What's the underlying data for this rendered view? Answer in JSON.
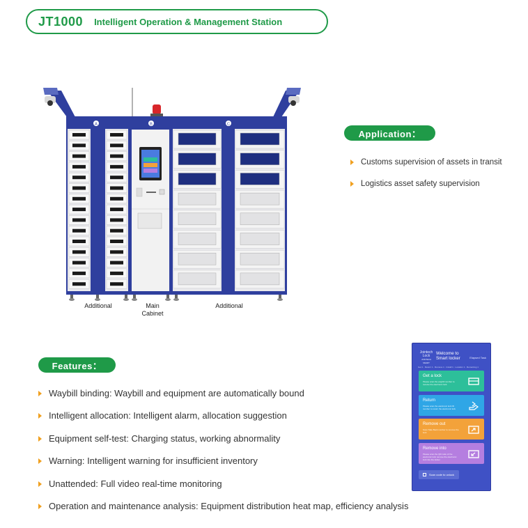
{
  "header": {
    "model": "JT1000",
    "name": "Intelligent Operation & Management Station"
  },
  "application": {
    "label": "Application：",
    "items": [
      "Customs supervision of assets in transit",
      "Logistics asset safety supervision"
    ]
  },
  "features": {
    "label": "Features：",
    "items": [
      "Waybill binding: Waybill and equipment are automatically bound",
      "Intelligent allocation: Intelligent alarm, allocation suggestion",
      "Equipment self-test: Charging status, working abnormality",
      "Warning: Intelligent warning for insufficient inventory",
      "Unattended: Full video real-time monitoring",
      "Operation and maintenance analysis: Equipment distribution heat map, efficiency analysis"
    ]
  },
  "cabinet": {
    "section_a": "A",
    "section_b": "B",
    "section_c": "C",
    "caption_left": "Additional",
    "caption_main_1": "Main",
    "caption_main_2": "Cabinet",
    "caption_right": "Additional"
  },
  "phone": {
    "logo_line1": "Jointech",
    "logo_line2": "Lock",
    "logo_line3": "JOINTECH SMART",
    "welcome_line1": "Welcome to",
    "welcome_line2": "Smart locker",
    "user": "Elapsed Task",
    "subline": "Get 1 · Return 1 · Remove 1 · Install 1 · Location 1 · Remaining 1",
    "cards": [
      {
        "title": "Get a lock",
        "desc": "Please scan the waybill number to receive the electronic lock",
        "color": "#2dbf9a"
      },
      {
        "title": "Return",
        "desc": "Please scan the electronic lock ID number to return the electronic lock",
        "color": "#2fa6e6"
      },
      {
        "title": "Remove out",
        "desc": "Scan Take Back number to remove the lock",
        "color": "#f3a23a"
      },
      {
        "title": "Remove into",
        "desc": "Please scan the QR code of the electronic lock remove the electronic lock into the locker",
        "color": "#b57ee0"
      }
    ],
    "scan_label": "Scan code to unlock"
  },
  "colors": {
    "brand_green": "#1f9a48",
    "bullet_orange": "#f0a020",
    "cabinet_blue": "#2f3f9e"
  }
}
